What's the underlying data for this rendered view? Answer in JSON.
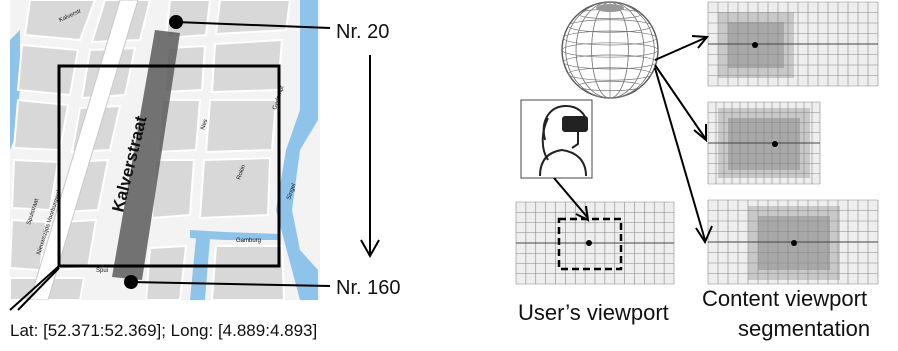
{
  "map": {
    "street_name": "Kalverstraat",
    "start_label": "Nr. 20",
    "end_label": "Nr. 160",
    "coords_caption": "Lat: [52.371:52.369]; Long: [4.889:4.893]",
    "minor_streets": [
      "Kalverstr",
      "Rokin",
      "Spuistraat",
      "Nieuwezijds Voorburgwal",
      "Singel",
      "Gedempt",
      "Gamburg",
      "Spui",
      "Nes"
    ]
  },
  "viewport": {
    "user_label": "User’s viewport",
    "content_label_line1": "Content viewport",
    "content_label_line2": "segmentation"
  },
  "colors": {
    "water": "#8ec3ea",
    "block": "#dcdcdc",
    "street_highlight": "#5a5a5a",
    "grid_light": "#eeeeee",
    "grid_mid": "#c8c8c8",
    "grid_dark": "#a8a8a8"
  }
}
